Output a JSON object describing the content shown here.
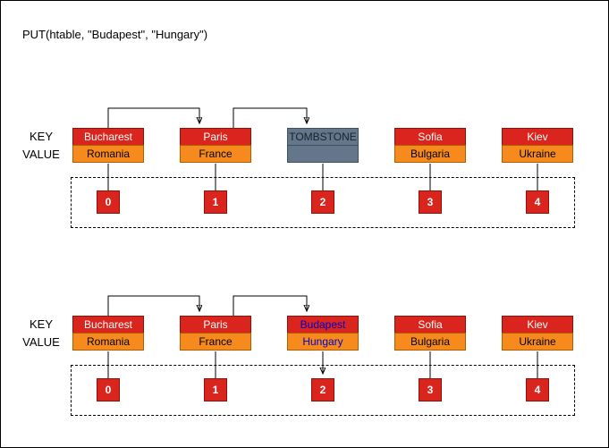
{
  "title": "PUT(htable, \"Budapest\", \"Hungary\")",
  "colors": {
    "key_red": "#d9251d",
    "value_orange": "#f78a1c",
    "tombstone_slate": "#64778a",
    "inserted_blue": "#0000cc"
  },
  "diagrams": [
    {
      "key_label": "KEY",
      "value_label": "VALUE",
      "cells": [
        {
          "key": "Bucharest",
          "value": "Romania",
          "index": "0"
        },
        {
          "key": "Paris",
          "value": "France",
          "index": "1"
        },
        {
          "key": "TOMBSTONE",
          "value": "",
          "index": "2"
        },
        {
          "key": "Sofia",
          "value": "Bulgaria",
          "index": "3"
        },
        {
          "key": "Kiev",
          "value": "Ukraine",
          "index": "4"
        }
      ]
    },
    {
      "key_label": "KEY",
      "value_label": "VALUE",
      "cells": [
        {
          "key": "Bucharest",
          "value": "Romania",
          "index": "0"
        },
        {
          "key": "Paris",
          "value": "France",
          "index": "1"
        },
        {
          "key": "Budapest",
          "value": "Hungary",
          "index": "2"
        },
        {
          "key": "Sofia",
          "value": "Bulgaria",
          "index": "3"
        },
        {
          "key": "Kiev",
          "value": "Ukraine",
          "index": "4"
        }
      ]
    }
  ]
}
